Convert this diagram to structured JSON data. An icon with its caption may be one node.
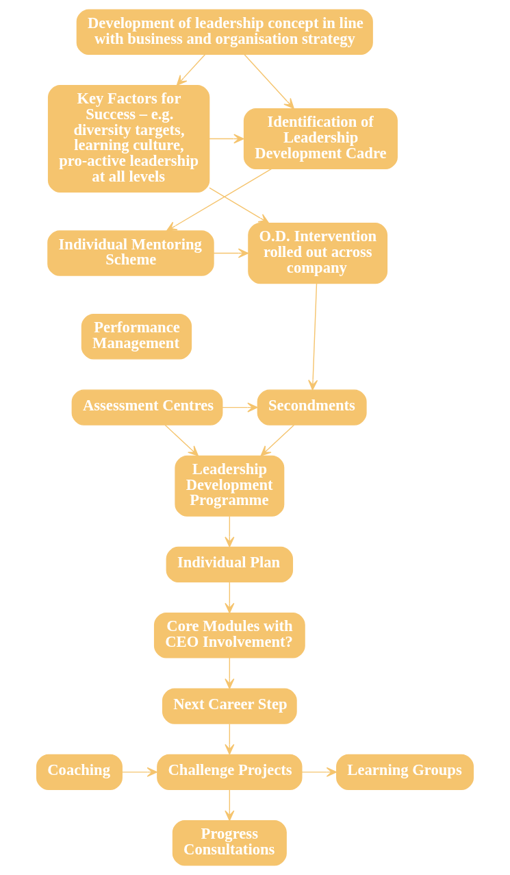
{
  "diagram": {
    "nodes": [
      {
        "text": [
          "Development of leadership concept in line with business and organisation strategy"
        ]
      },
      {
        "text": [
          "Identification of Leadership Development Cadre"
        ]
      },
      {
        "text": [
          "Key Factors for Success – e.g. diversity targets, learning culture, pro-active leadership at all levels"
        ]
      },
      {
        "text": [
          "Individual Mentoring Scheme"
        ]
      },
      {
        "text": [
          "O.D. Intervention rolled out across company"
        ]
      },
      {
        "text": [
          "Performance Management"
        ]
      },
      {
        "text": [
          "Assessment Centres"
        ]
      },
      {
        "text": [
          "Secondments"
        ]
      },
      {
        "text": [
          "Leadership Development Programme"
        ]
      },
      {
        "text": [
          "Individual Plan"
        ]
      },
      {
        "text": [
          "Core Modules with CEO Involvement?"
        ]
      },
      {
        "text": [
          "Next Career Step"
        ]
      },
      {
        "text": [
          "Coaching"
        ]
      },
      {
        "text": [
          "Challenge Projects"
        ]
      },
      {
        "text": [
          "Learning Groups"
        ]
      },
      {
        "text": [
          "Progress Consultations"
        ]
      }
    ],
    "edges": [
      {
        "from": 0,
        "to": 1,
        "arrow": "to"
      },
      {
        "from": 0,
        "to": 2,
        "arrow": "to"
      },
      {
        "from": 2,
        "to": 1,
        "arrow": "to"
      },
      {
        "from": 1,
        "to": 3,
        "arrow": "to"
      },
      {
        "from": 2,
        "to": 4,
        "arrow": "to"
      },
      {
        "from": 3,
        "to": 4,
        "arrow": "to"
      },
      {
        "from": 4,
        "to": 7,
        "arrow": "to"
      },
      {
        "from": 6,
        "to": 7,
        "arrow": "to"
      },
      {
        "from": 6,
        "to": 8,
        "arrow": "to"
      },
      {
        "from": 7,
        "to": 8,
        "arrow": "to"
      },
      {
        "from": 8,
        "to": 9,
        "arrow": "to"
      },
      {
        "from": 9,
        "to": 10,
        "arrow": "to"
      },
      {
        "from": 10,
        "to": 11,
        "arrow": "to"
      },
      {
        "from": 11,
        "to": 13,
        "arrow": "to"
      },
      {
        "from": 12,
        "to": 13,
        "arrow": "to"
      },
      {
        "from": 13,
        "to": 14,
        "arrow": "to"
      },
      {
        "from": 13,
        "to": 15,
        "arrow": "to"
      }
    ]
  }
}
